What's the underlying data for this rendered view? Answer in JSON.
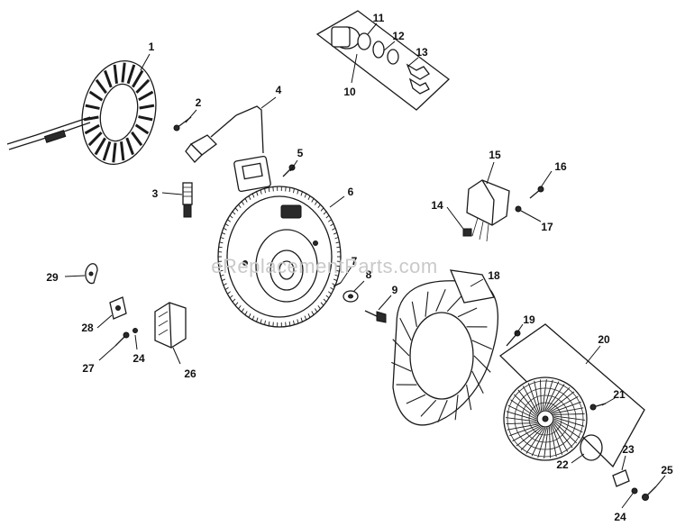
{
  "watermark": "eReplacementParts.com",
  "callouts": [
    {
      "id": "1",
      "label": "1"
    },
    {
      "id": "2",
      "label": "2"
    },
    {
      "id": "3",
      "label": "3"
    },
    {
      "id": "4",
      "label": "4"
    },
    {
      "id": "5",
      "label": "5"
    },
    {
      "id": "6",
      "label": "6"
    },
    {
      "id": "7",
      "label": "7"
    },
    {
      "id": "8",
      "label": "8"
    },
    {
      "id": "9",
      "label": "9"
    },
    {
      "id": "10",
      "label": "10"
    },
    {
      "id": "11",
      "label": "11"
    },
    {
      "id": "12",
      "label": "12"
    },
    {
      "id": "13",
      "label": "13"
    },
    {
      "id": "14",
      "label": "14"
    },
    {
      "id": "15",
      "label": "15"
    },
    {
      "id": "16",
      "label": "16"
    },
    {
      "id": "17",
      "label": "17"
    },
    {
      "id": "18",
      "label": "18"
    },
    {
      "id": "19",
      "label": "19"
    },
    {
      "id": "20",
      "label": "20"
    },
    {
      "id": "21",
      "label": "21"
    },
    {
      "id": "22",
      "label": "22"
    },
    {
      "id": "23",
      "label": "23"
    },
    {
      "id": "24a",
      "label": "24"
    },
    {
      "id": "24b",
      "label": "24"
    },
    {
      "id": "25",
      "label": "25"
    },
    {
      "id": "26",
      "label": "26"
    },
    {
      "id": "27",
      "label": "27"
    },
    {
      "id": "28",
      "label": "28"
    },
    {
      "id": "29",
      "label": "29"
    }
  ]
}
